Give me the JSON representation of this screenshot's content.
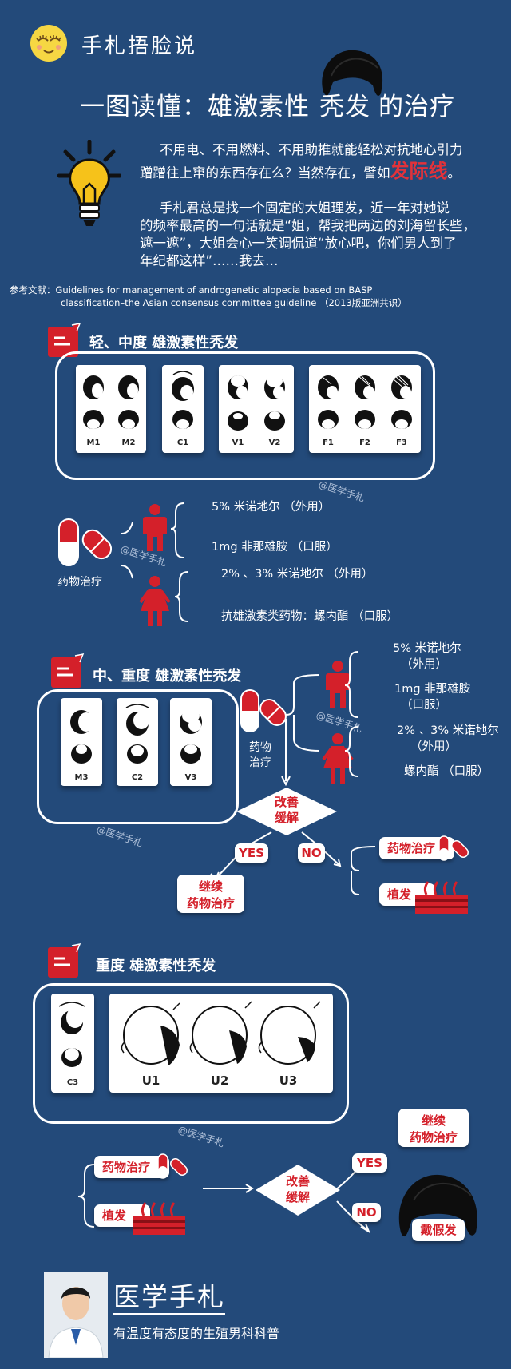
{
  "header": {
    "logo_text": "手札捂脸说",
    "title_part1": "一图读懂：雄激素性",
    "title_part2": "秃发",
    "title_part3": "的治疗"
  },
  "intro": {
    "p1_line1": "不用电、不用燃料、不用助推就能轻松对抗地心引力",
    "p1_line2": "蹭蹭往上窜的东西存在么？当然存在，譬如",
    "p1_highlight": "发际线",
    "p1_end": "。",
    "p2_line1": "手札君总是找一个固定的大姐理发，近一年对她说",
    "p2_line2": "的频率最高的一句话就是“姐，帮我把两边的刘海留长些，",
    "p2_line3": "遮一遮”，大姐会心一笑调侃道“放心吧，你们男人到了",
    "p2_line4": "年纪都这样”……我去…"
  },
  "reference": {
    "label": "参考文献：",
    "line1": "Guidelines for management of androgenetic alopecia based on BASP",
    "line2": "classification–the Asian consensus committee guideline （2013版亚洲共识）"
  },
  "watermark": "@医学手札",
  "section1": {
    "title": "轻、中度 雄激素性秃发",
    "labels": [
      "M1",
      "M2",
      "C1",
      "V1",
      "V2",
      "F1",
      "F2",
      "F3"
    ],
    "drug_label": "药物治疗",
    "male_items": [
      "5% 米诺地尔 （外用）",
      "1mg 非那雄胺 （口服）"
    ],
    "female_items": [
      "2% 、3% 米诺地尔 （外用）",
      "抗雄激素类药物：螺内酯 （口服）"
    ]
  },
  "section2": {
    "title": "中、重度 雄激素性秃发",
    "labels": [
      "M3",
      "C2",
      "V3"
    ],
    "drug_label_1": "药物",
    "drug_label_2": "治疗",
    "male_items": [
      "5% 米诺地尔",
      "（外用）",
      "1mg 非那雄胺",
      "（口服）"
    ],
    "female_items": [
      "2% 、3% 米诺地尔",
      "（外用）",
      "螺内酯 （口服）"
    ],
    "diamond_1": "改善",
    "diamond_2": "缓解",
    "yes": "YES",
    "no": "NO",
    "continue_1": "继续",
    "continue_2": "药物治疗",
    "opt_drug": "药物治疗",
    "opt_transplant": "植发"
  },
  "section3": {
    "title": "重度 雄激素性秃发",
    "labels": [
      "C3",
      "U1",
      "U2",
      "U3"
    ],
    "opt_drug": "药物治疗",
    "opt_transplant": "植发",
    "diamond_1": "改善",
    "diamond_2": "缓解",
    "yes": "YES",
    "no": "NO",
    "continue_1": "继续",
    "continue_2": "药物治疗",
    "wig": "戴假发"
  },
  "footer": {
    "brand": "医学手札",
    "slogan": "有温度有态度的生殖男科科普"
  },
  "colors": {
    "background": "#234a7a",
    "accent_red": "#d4202a",
    "text": "#ffffff"
  }
}
